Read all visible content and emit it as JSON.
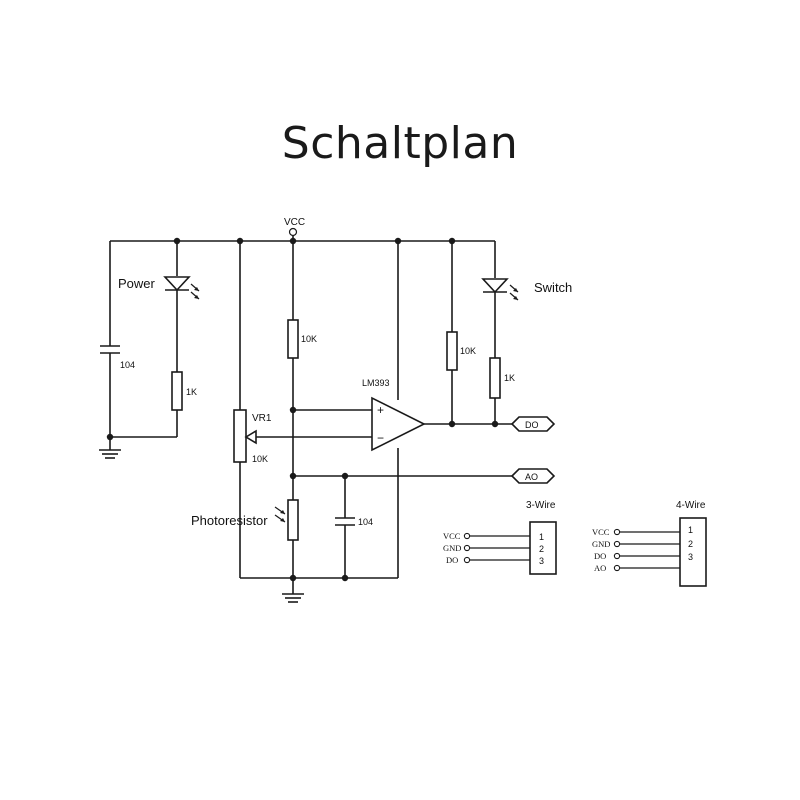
{
  "title": "Schaltplan",
  "labels": {
    "vcc": "VCC",
    "power": "Power",
    "switch": "Switch",
    "c1": "104",
    "c2": "104",
    "r_led1": "1K",
    "r_led2": "1K",
    "r_top": "10K",
    "r_pull": "10K",
    "vr": "VR1",
    "vr_val": "10K",
    "comparator": "LM393",
    "plus": "+",
    "minus": "−",
    "photoresistor": "Photoresistor",
    "do_port": "DO",
    "ao_port": "AO"
  },
  "connectors": {
    "three_wire": {
      "title": "3-Wire",
      "pins": [
        {
          "signal": "VCC",
          "number": "1"
        },
        {
          "signal": "GND",
          "number": "2"
        },
        {
          "signal": "DO",
          "number": "3"
        }
      ]
    },
    "four_wire": {
      "title": "4-Wire",
      "pins": [
        {
          "signal": "VCC",
          "number": "1"
        },
        {
          "signal": "GND",
          "number": "2"
        },
        {
          "signal": "DO",
          "number": "3"
        },
        {
          "signal": "AO",
          "number": ""
        }
      ]
    }
  }
}
